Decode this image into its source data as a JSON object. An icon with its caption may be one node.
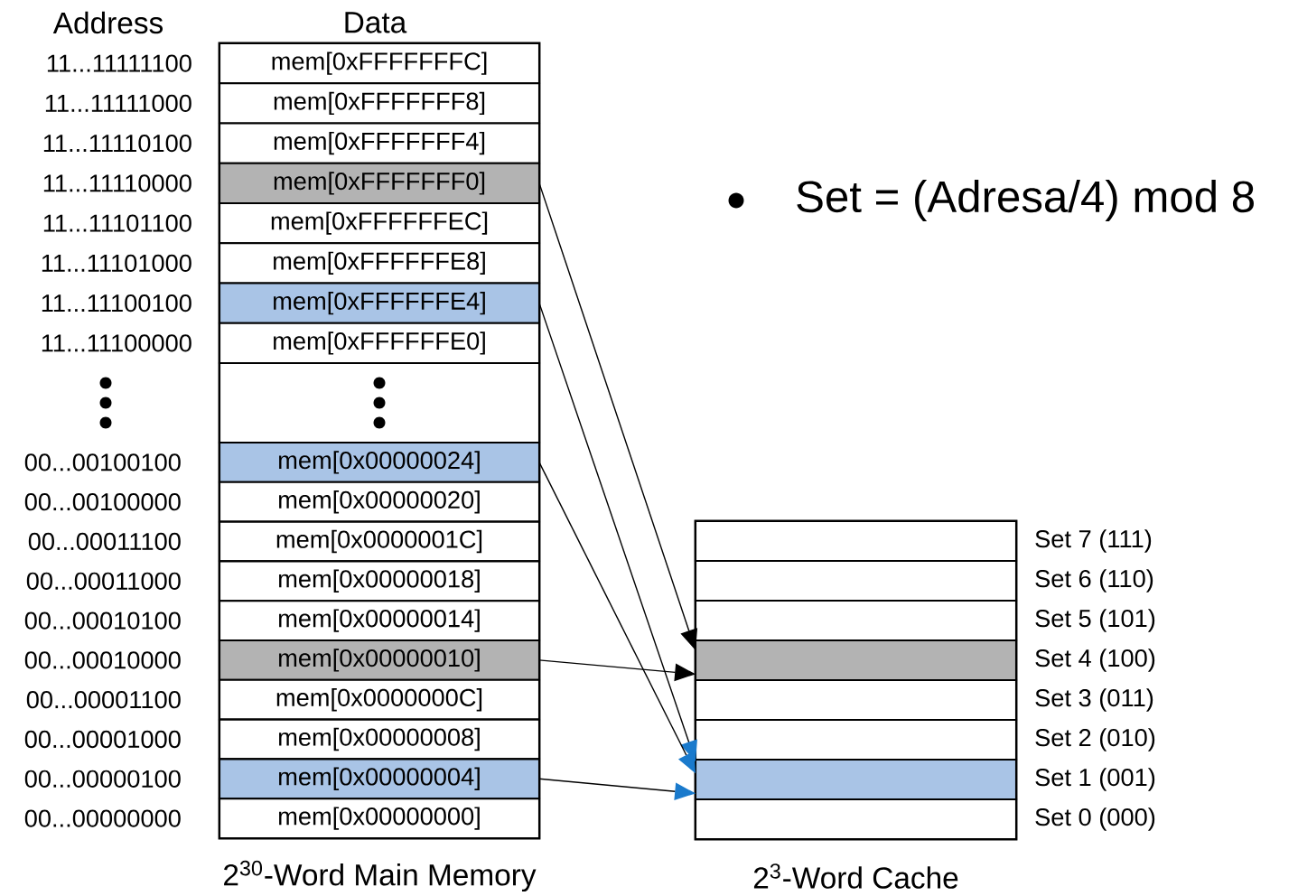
{
  "diagram": {
    "nodes": [
      {
        "text": [
          "2$^{30}$-Word Main Memory"
        ]
      },
      {
        "text": [
          "mem[0xFFFFFFFC]"
        ],
        "in": 0,
        "beside": [
          "11...11111100"
        ]
      },
      {
        "text": [
          "mem[0xFFFFFFF8]"
        ],
        "in": 0,
        "beside": [
          "11...11111000"
        ]
      },
      {
        "text": [
          "mem[0xFFFFFFF4]"
        ],
        "in": 0,
        "beside": [
          "11...11110100"
        ]
      },
      {
        "text": [
          "mem[0xFFFFFFF0]"
        ],
        "in": 0,
        "beside": [
          "11...11110000"
        ]
      },
      {
        "text": [
          "mem[0xFFFFFFEC]"
        ],
        "in": 0,
        "beside": [
          "11...11101100"
        ]
      },
      {
        "text": [
          "mem[0xFFFFFFE8]"
        ],
        "in": 0,
        "beside": [
          "11...11101000"
        ]
      },
      {
        "text": [
          "mem[0xFFFFFFE4]"
        ],
        "in": 0,
        "beside": [
          "11...11100100"
        ]
      },
      {
        "text": [
          "mem[0xFFFFFFE0]"
        ],
        "in": 0,
        "beside": [
          "11...11100000"
        ]
      },
      {
        "text": [
          "mem[0x00000024]"
        ],
        "in": 0,
        "beside": [
          "00...00100100"
        ]
      },
      {
        "text": [
          "mem[0x00000020]"
        ],
        "in": 0,
        "beside": [
          "00...00100000"
        ]
      },
      {
        "text": [
          "mem[0x0000001C]"
        ],
        "in": 0,
        "beside": [
          "00...00011100"
        ]
      },
      {
        "text": [
          "mem[0x00000018]"
        ],
        "in": 0,
        "beside": [
          "00...00011000"
        ]
      },
      {
        "text": [
          "mem[0x00000014]"
        ],
        "in": 0,
        "beside": [
          "00...00010100"
        ]
      },
      {
        "text": [
          "mem[0x00000010]"
        ],
        "in": 0,
        "beside": [
          "00...00010000"
        ]
      },
      {
        "text": [
          "mem[0x0000000C]"
        ],
        "in": 0,
        "beside": [
          "00...00001100"
        ]
      },
      {
        "text": [
          "mem[0x00000008]"
        ],
        "in": 0,
        "beside": [
          "00...00001000"
        ]
      },
      {
        "text": [
          "mem[0x00000004]"
        ],
        "in": 0,
        "beside": [
          "00...00000100"
        ]
      },
      {
        "text": [
          "mem[0x00000000]"
        ],
        "in": 0,
        "beside": [
          "00...00000000"
        ]
      },
      {
        "text": [
          "2$^{3}$-Word Cache"
        ]
      },
      {
        "text": [],
        "shape": "box",
        "in": 19,
        "beside": [
          "Set 7 (111)"
        ]
      },
      {
        "text": [],
        "shape": "box",
        "in": 19,
        "beside": [
          "Set 6 (110)"
        ]
      },
      {
        "text": [],
        "shape": "box",
        "in": 19,
        "beside": [
          "Set 5 (101)"
        ]
      },
      {
        "text": [],
        "shape": "box",
        "in": 19,
        "beside": [
          "Set 4 (100)"
        ]
      },
      {
        "text": [],
        "shape": "box",
        "in": 19,
        "beside": [
          "Set 3 (011)"
        ]
      },
      {
        "text": [],
        "shape": "box",
        "in": 19,
        "beside": [
          "Set 2 (010)"
        ]
      },
      {
        "text": [],
        "shape": "box",
        "in": 19,
        "beside": [
          "Set 1 (001)"
        ]
      },
      {
        "text": [],
        "shape": "box",
        "in": 19,
        "beside": [
          "Set 0 (000)"
        ]
      }
    ],
    "edges": [
      {
        "from": 4,
        "to": 23,
        "arrow": "to"
      },
      {
        "from": 14,
        "to": 23,
        "arrow": "to"
      },
      {
        "from": 7,
        "to": 26,
        "arrow": "to"
      },
      {
        "from": 9,
        "to": 26,
        "arrow": "to"
      },
      {
        "from": 17,
        "to": 26,
        "arrow": "to"
      }
    ],
    "labels": [
      "Address",
      "Data",
      "Set = (Adresa/4) mod 8"
    ]
  }
}
